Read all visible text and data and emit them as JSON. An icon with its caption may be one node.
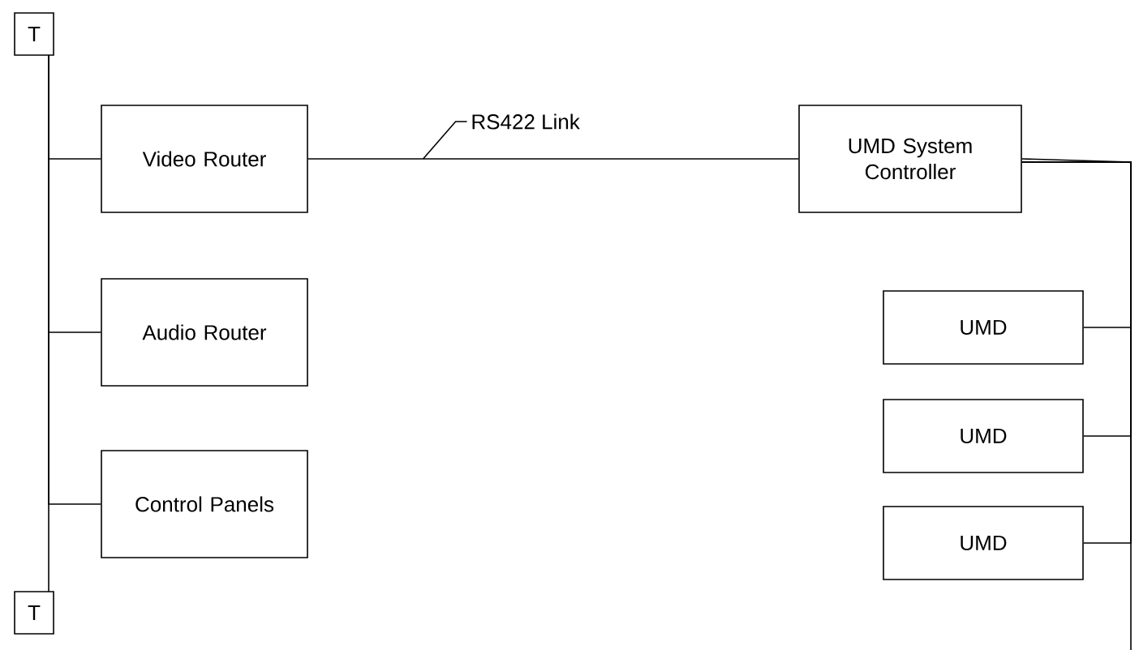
{
  "diagram": {
    "nodes": [
      {
        "text": [
          "T"
        ]
      },
      {
        "text": [
          "Video Router"
        ]
      },
      {
        "text": [
          "Audio Router"
        ]
      },
      {
        "text": [
          "Control Panels"
        ]
      },
      {
        "text": [
          "T"
        ]
      },
      {
        "text": [
          "UMD System Controller"
        ]
      },
      {
        "text": [
          "UMD"
        ]
      },
      {
        "text": [
          "UMD"
        ]
      },
      {
        "text": [
          "UMD"
        ]
      }
    ],
    "edges": [
      {
        "from": 0,
        "to": 4,
        "arrow": "none"
      },
      {
        "from": 0,
        "to": 1,
        "arrow": "none"
      },
      {
        "from": 0,
        "to": 2,
        "arrow": "none"
      },
      {
        "from": 0,
        "to": 3,
        "arrow": "none"
      },
      {
        "from": 1,
        "to": 5,
        "arrow": "none",
        "label": "RS422 Link"
      },
      {
        "from": 5,
        "to": 6,
        "arrow": "none"
      },
      {
        "from": 5,
        "to": 7,
        "arrow": "none"
      },
      {
        "from": 5,
        "to": 8,
        "arrow": "none"
      },
      {
        "from": 5,
        "to": null,
        "arrow": "none"
      }
    ]
  }
}
